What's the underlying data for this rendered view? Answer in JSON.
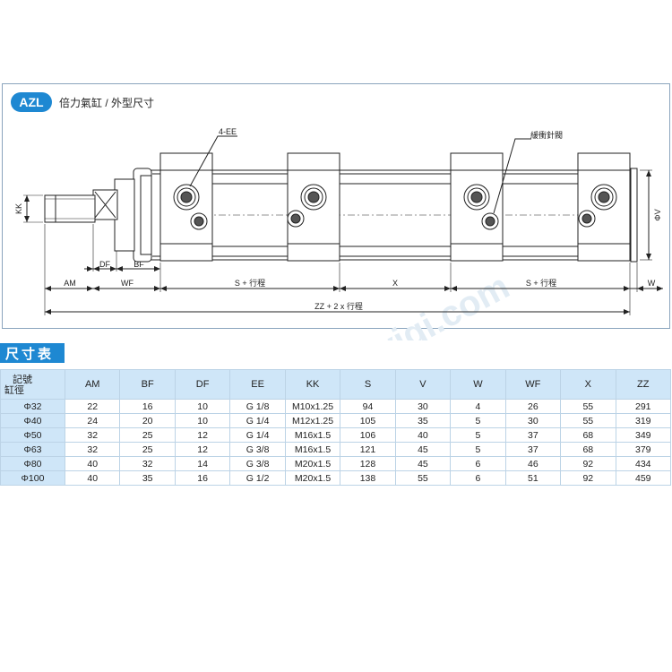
{
  "header": {
    "badge": "AZL",
    "title": "倍力氣缸 / 外型尺寸"
  },
  "drawing": {
    "labels": {
      "kk": "KK",
      "ee": "4-EE",
      "valve": "緩衝針閥",
      "v": "ΦV",
      "am": "AM",
      "df": "DF",
      "bf": "BF",
      "wf": "WF",
      "s1": "S + 行程",
      "x": "X",
      "s2": "S + 行程",
      "w": "W",
      "zz": "ZZ + 2 x 行程"
    },
    "watermark": "lyyiqi.com"
  },
  "table": {
    "title": "尺寸表",
    "corner_top": "記號",
    "corner_bottom": "缸徑",
    "columns": [
      "AM",
      "BF",
      "DF",
      "EE",
      "KK",
      "S",
      "V",
      "W",
      "WF",
      "X",
      "ZZ"
    ],
    "rows": [
      {
        "bore": "Φ32",
        "values": [
          "22",
          "16",
          "10",
          "G 1/8",
          "M10x1.25",
          "94",
          "30",
          "4",
          "26",
          "55",
          "291"
        ]
      },
      {
        "bore": "Φ40",
        "values": [
          "24",
          "20",
          "10",
          "G 1/4",
          "M12x1.25",
          "105",
          "35",
          "5",
          "30",
          "55",
          "319"
        ]
      },
      {
        "bore": "Φ50",
        "values": [
          "32",
          "25",
          "12",
          "G 1/4",
          "M16x1.5",
          "106",
          "40",
          "5",
          "37",
          "68",
          "349"
        ]
      },
      {
        "bore": "Φ63",
        "values": [
          "32",
          "25",
          "12",
          "G 3/8",
          "M16x1.5",
          "121",
          "45",
          "5",
          "37",
          "68",
          "379"
        ]
      },
      {
        "bore": "Φ80",
        "values": [
          "40",
          "32",
          "14",
          "G 3/8",
          "M20x1.5",
          "128",
          "45",
          "6",
          "46",
          "92",
          "434"
        ]
      },
      {
        "bore": "Φ100",
        "values": [
          "40",
          "35",
          "16",
          "G 1/2",
          "M20x1.5",
          "138",
          "55",
          "6",
          "51",
          "92",
          "459"
        ]
      }
    ]
  },
  "colors": {
    "accent": "#1e88d2",
    "header_bg": "#cfe6f8",
    "line": "#222222"
  }
}
